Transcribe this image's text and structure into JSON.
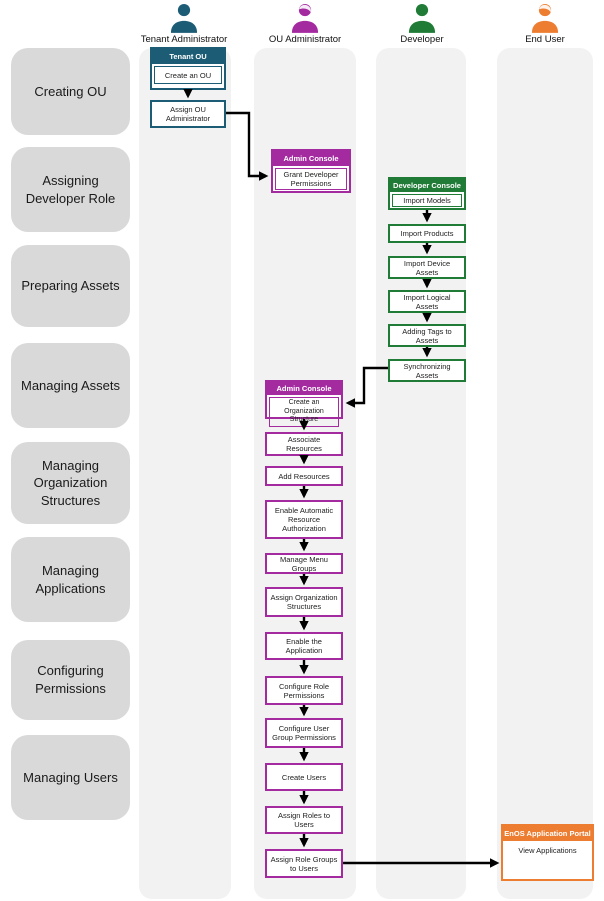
{
  "palette": {
    "tenant_admin": "#1d5c75",
    "ou_admin": "#a42aa0",
    "developer": "#1f7b36",
    "end_user": "#ed7d31",
    "stage_bg": "#d9d9d9",
    "lane_bg": "#f2f2f2"
  },
  "roles": [
    {
      "label": "Tenant Administrator",
      "color": "#1d5c75"
    },
    {
      "label": "OU Administrator",
      "color": "#a42aa0"
    },
    {
      "label": "Developer",
      "color": "#1f7b36"
    },
    {
      "label": "End User",
      "color": "#ed7d31"
    }
  ],
  "stages": [
    "Creating OU",
    "Assigning Developer Role",
    "Preparing Assets",
    "Managing Assets",
    "Managing Organization Structures",
    "Managing Applications",
    "Configuring Permissions",
    "Managing Users"
  ],
  "groups": {
    "tenant": {
      "header": "Tenant OU",
      "first_step": "Create an OU",
      "steps": [
        "Assign OU Administrator"
      ]
    },
    "ou_console_1": {
      "header": "Admin Console",
      "first_step": "Grant Developer Permissions"
    },
    "developer_console": {
      "header": "Developer Console",
      "first_step": "Import Models",
      "steps": [
        "Import Products",
        "Import Device Assets",
        "Import Logical Assets",
        "Adding Tags to Assets",
        "Synchronizing Assets"
      ]
    },
    "ou_console_2": {
      "header": "Admin Console",
      "first_step": "Create an Organization Structure",
      "steps": [
        "Associate Resources",
        "Add Resources",
        "Enable Automatic Resource Authorization",
        "Manage Menu Groups",
        "Assign Organization Structures",
        "Enable the Application",
        "Configure Role Permissions",
        "Configure User Group Permissions",
        "Create Users",
        "Assign Roles to Users",
        "Assign Role Groups to Users"
      ]
    },
    "enos_portal": {
      "header": "EnOS Application Portal",
      "first_step": "View Applications"
    }
  }
}
